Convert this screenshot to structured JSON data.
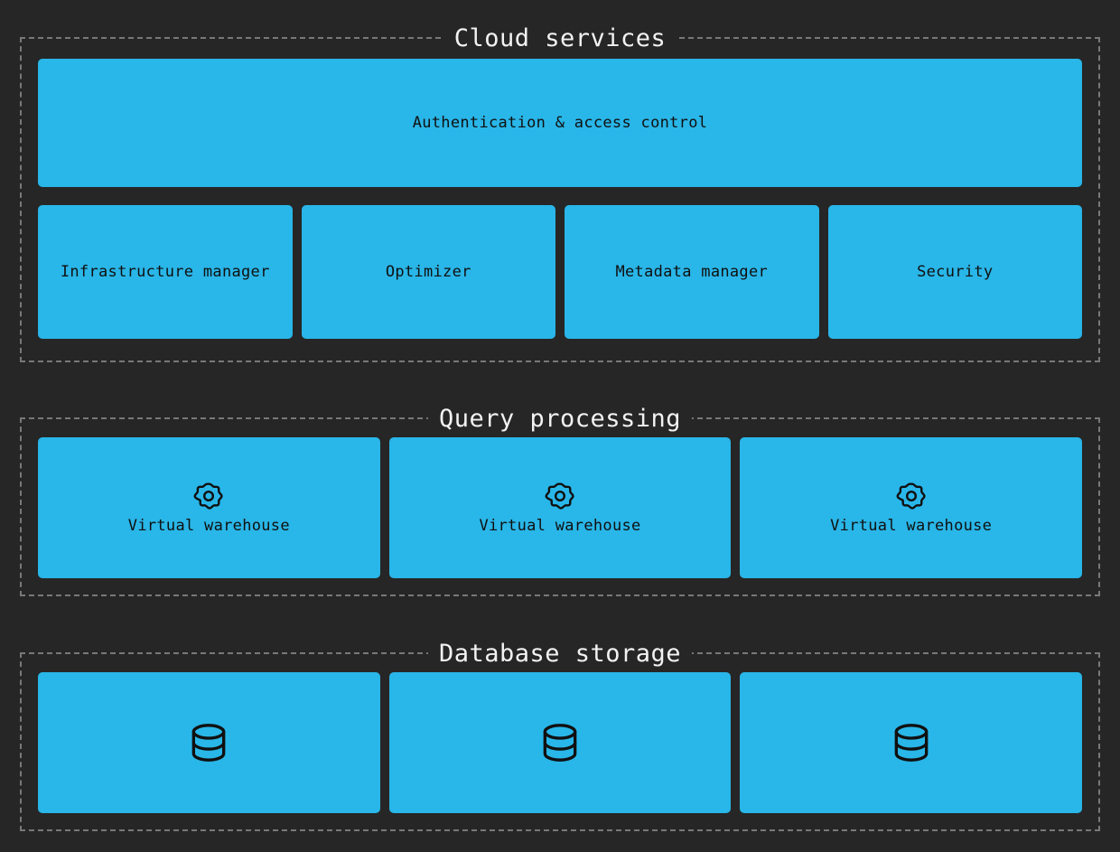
{
  "theme": {
    "background": "#262626",
    "node_fill": "#29b6e8",
    "node_text": "#101010",
    "section_border": "#787878",
    "section_title_text": "#f2f2f2"
  },
  "sections": [
    {
      "id": "cloud-services",
      "title": "Cloud services",
      "rows": [
        {
          "id": "auth",
          "nodes": [
            {
              "label": "Authentication & access control",
              "icon": null
            }
          ]
        },
        {
          "id": "services",
          "nodes": [
            {
              "label": "Infrastructure manager",
              "icon": null
            },
            {
              "label": "Optimizer",
              "icon": null
            },
            {
              "label": "Metadata manager",
              "icon": null
            },
            {
              "label": "Security",
              "icon": null
            }
          ]
        }
      ]
    },
    {
      "id": "query-processing",
      "title": "Query processing",
      "rows": [
        {
          "id": "warehouses",
          "nodes": [
            {
              "label": "Virtual warehouse",
              "icon": "gear-icon"
            },
            {
              "label": "Virtual warehouse",
              "icon": "gear-icon"
            },
            {
              "label": "Virtual warehouse",
              "icon": "gear-icon"
            }
          ]
        }
      ]
    },
    {
      "id": "database-storage",
      "title": "Database storage",
      "rows": [
        {
          "id": "storage",
          "nodes": [
            {
              "label": "",
              "icon": "database-icon"
            },
            {
              "label": "",
              "icon": "database-icon"
            },
            {
              "label": "",
              "icon": "database-icon"
            }
          ]
        }
      ]
    }
  ]
}
